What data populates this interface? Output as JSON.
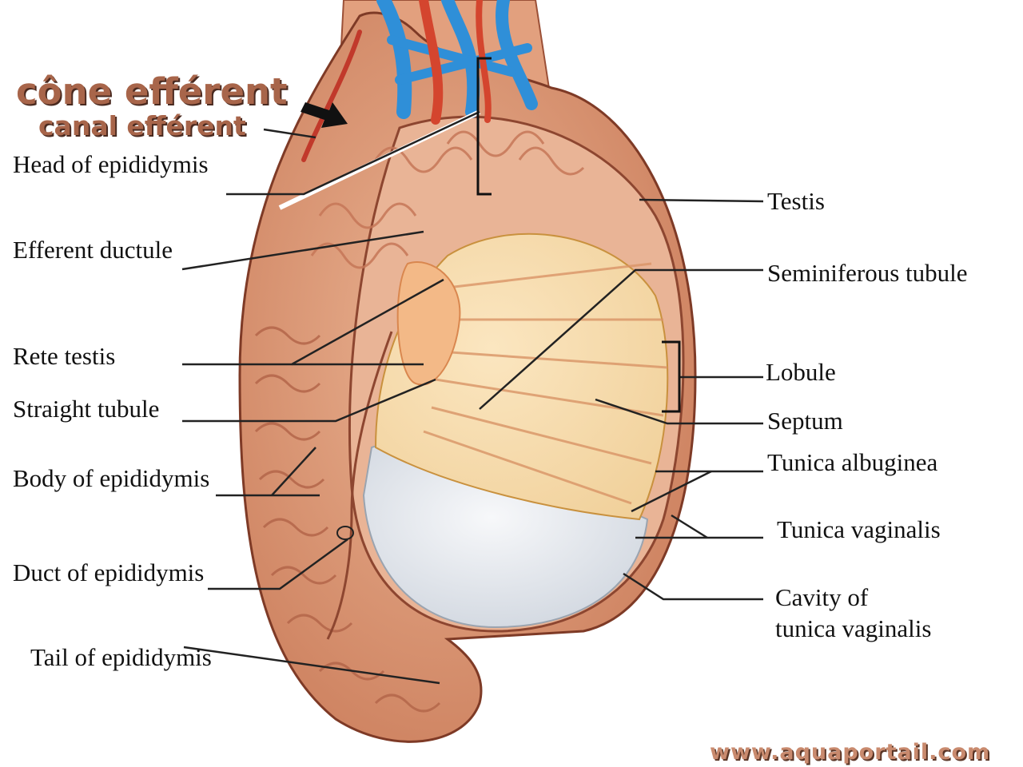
{
  "overlay": {
    "cone": "cône efférent",
    "canal": "canal efférent"
  },
  "labels": {
    "head_of_epididymis": "Head of epididymis",
    "efferent_ductule": "Efferent ductule",
    "rete_testis": "Rete testis",
    "straight_tubule": "Straight tubule",
    "body_of_epididymis": "Body of epididymis",
    "duct_of_epididymis": "Duct of epididymis",
    "tail_of_epididymis": "Tail of epididymis",
    "testis": "Testis",
    "seminiferous_tubule": "Seminiferous tubule",
    "lobule": "Lobule",
    "septum": "Septum",
    "tunica_albuginea": "Tunica albuginea",
    "tunica_vaginalis": "Tunica vaginalis",
    "cavity_line1": "Cavity of",
    "cavity_line2": "tunica vaginalis"
  },
  "watermark": "www.aquaportail.com",
  "colors": {
    "skin": "#e0a583",
    "skin_dark": "#a8553c",
    "tubule": "#f2c77d",
    "tubule_dark": "#c9913e",
    "cavity": "#e4e8ee",
    "vein": "#2f8fd8",
    "artery": "#d4452e"
  }
}
